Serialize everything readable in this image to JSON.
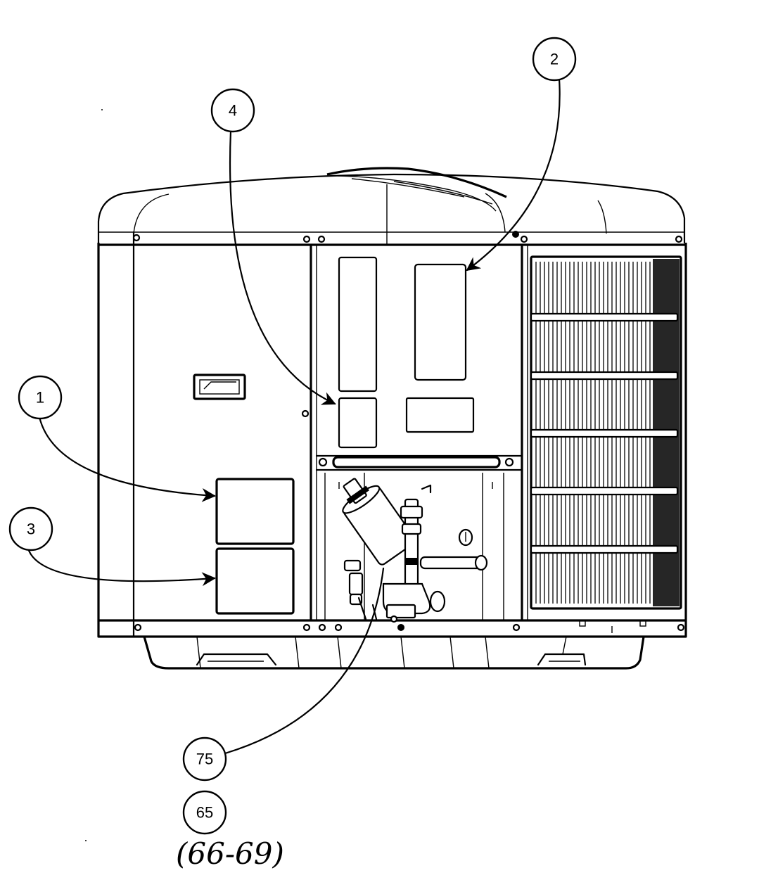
{
  "diagram": {
    "callouts": [
      {
        "id": "c1",
        "label": "1"
      },
      {
        "id": "c2",
        "label": "2"
      },
      {
        "id": "c3",
        "label": "3"
      },
      {
        "id": "c4",
        "label": "4"
      },
      {
        "id": "c75",
        "label": "75"
      },
      {
        "id": "c65",
        "label": "65"
      }
    ],
    "handwritten_note": "(66-69)"
  }
}
